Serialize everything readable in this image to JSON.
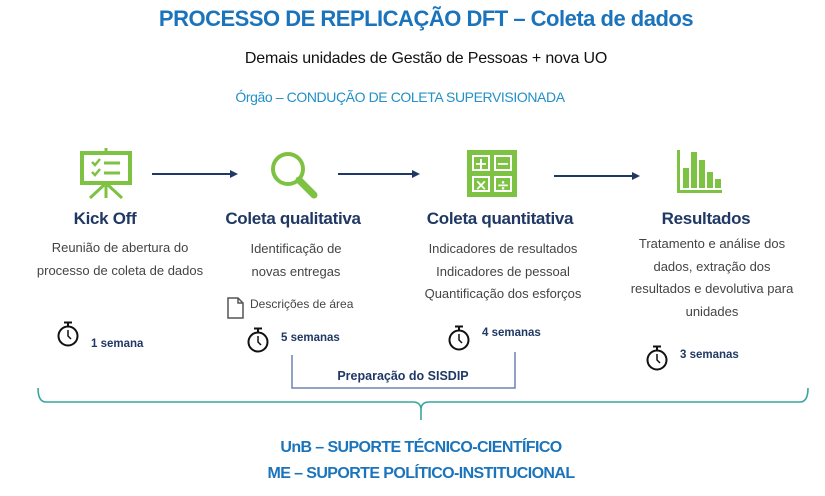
{
  "header": {
    "title": "PROCESSO DE REPLICAÇÃO DFT – Coleta de dados",
    "subtitle": "Demais unidades de Gestão de Pessoas + nova UO",
    "tagline": "Órgão – CONDUÇÃO DE COLETA SUPERVISIONADA"
  },
  "steps": [
    {
      "icon": "presentation-board-icon",
      "title": "Kick Off",
      "lines": [
        "Reunião de abertura do",
        "processo de coleta de dados"
      ],
      "duration": "1 semana"
    },
    {
      "icon": "magnifier-icon",
      "title": "Coleta qualitativa",
      "lines": [
        "Identificação de",
        "novas entregas"
      ],
      "note": "Descrições de área",
      "duration": "5 semanas"
    },
    {
      "icon": "calculator-icon",
      "title": "Coleta quantitativa",
      "lines": [
        "Indicadores de resultados",
        "Indicadores de pessoal",
        "Quantificação dos esforços"
      ],
      "duration": "4 semanas"
    },
    {
      "icon": "bar-chart-icon",
      "title": "Resultados",
      "lines": [
        "Tratamento e análise dos",
        "dados, extração dos",
        "resultados e devolutiva para",
        "unidades"
      ],
      "duration": "3 semanas"
    }
  ],
  "bracket_label": "Preparação do SISDIP",
  "footer": [
    "UnB – SUPORTE TÉCNICO-CIENTÍFICO",
    "ME – SUPORTE POLÍTICO-INSTITUCIONAL"
  ],
  "colors": {
    "accent": "#1b74bb",
    "icon_green": "#7dc242",
    "heading": "#1f3864",
    "brace": "#3aa59f"
  }
}
